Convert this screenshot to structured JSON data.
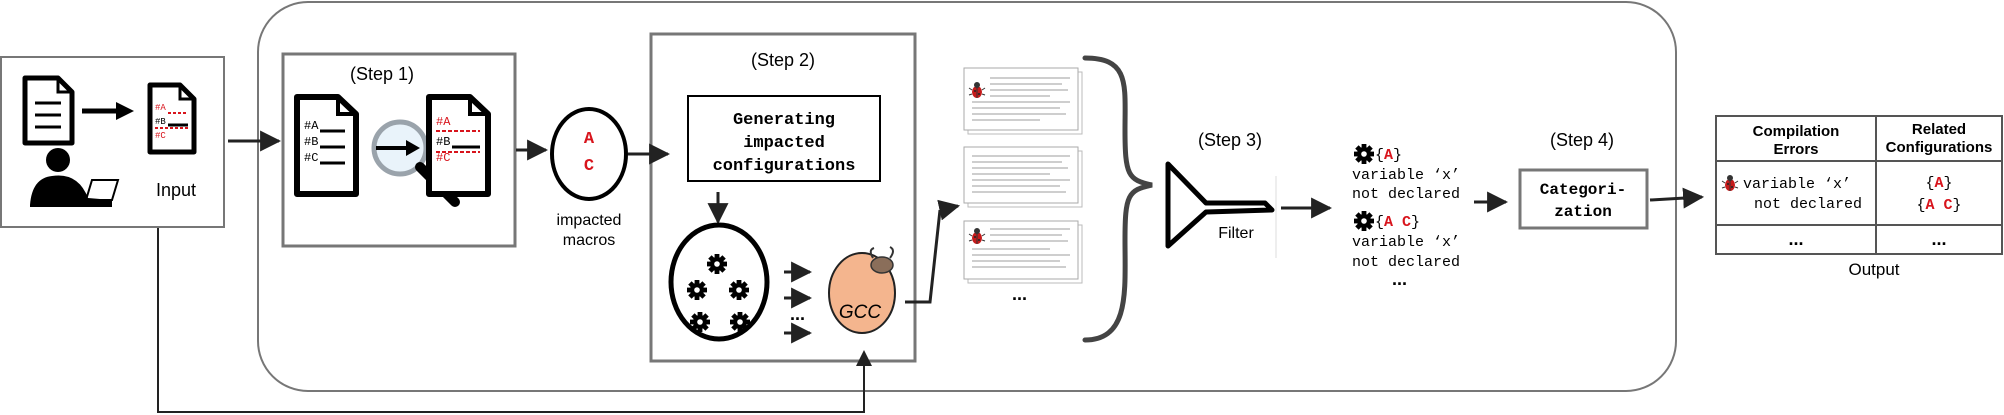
{
  "input": {
    "label": "Input"
  },
  "step1": {
    "label": "(Step 1)",
    "macro_lines": [
      "#A",
      "#B",
      "#C"
    ]
  },
  "impacted_macros": {
    "macros": [
      "A",
      "C"
    ],
    "label_line1": "impacted",
    "label_line2": "macros"
  },
  "step2": {
    "label": "(Step 2)",
    "box_lines": [
      "Generating",
      "impacted",
      "configurations"
    ],
    "compiler": "GCC",
    "dots": "...",
    "logs_dots": "..."
  },
  "step3": {
    "label": "(Step 3)",
    "filter_label": "Filter"
  },
  "errors_list": {
    "item1": {
      "config": "A",
      "line1": "variable ‘x’",
      "line2": "not declared"
    },
    "item2": {
      "config": "A C",
      "line1": "variable ‘x’",
      "line2": "not declared"
    },
    "dots": "..."
  },
  "step4": {
    "label": "(Step 4)",
    "box_line1": "Categori-",
    "box_line2": "zation"
  },
  "output": {
    "caption": "Output",
    "table": {
      "header1_line1": "Compilation",
      "header1_line2": "Errors",
      "header2_line1": "Related",
      "header2_line2": "Configurations",
      "row1_err_line1": "variable ‘x’",
      "row1_err_line2": "not declared",
      "row1_config1": "A",
      "row1_config2": "A C",
      "row2_err": "...",
      "row2_config": "..."
    }
  },
  "colors": {
    "red": "#d8141c",
    "gcc": "#f4b58e",
    "gray_border": "#6e6e6e"
  }
}
